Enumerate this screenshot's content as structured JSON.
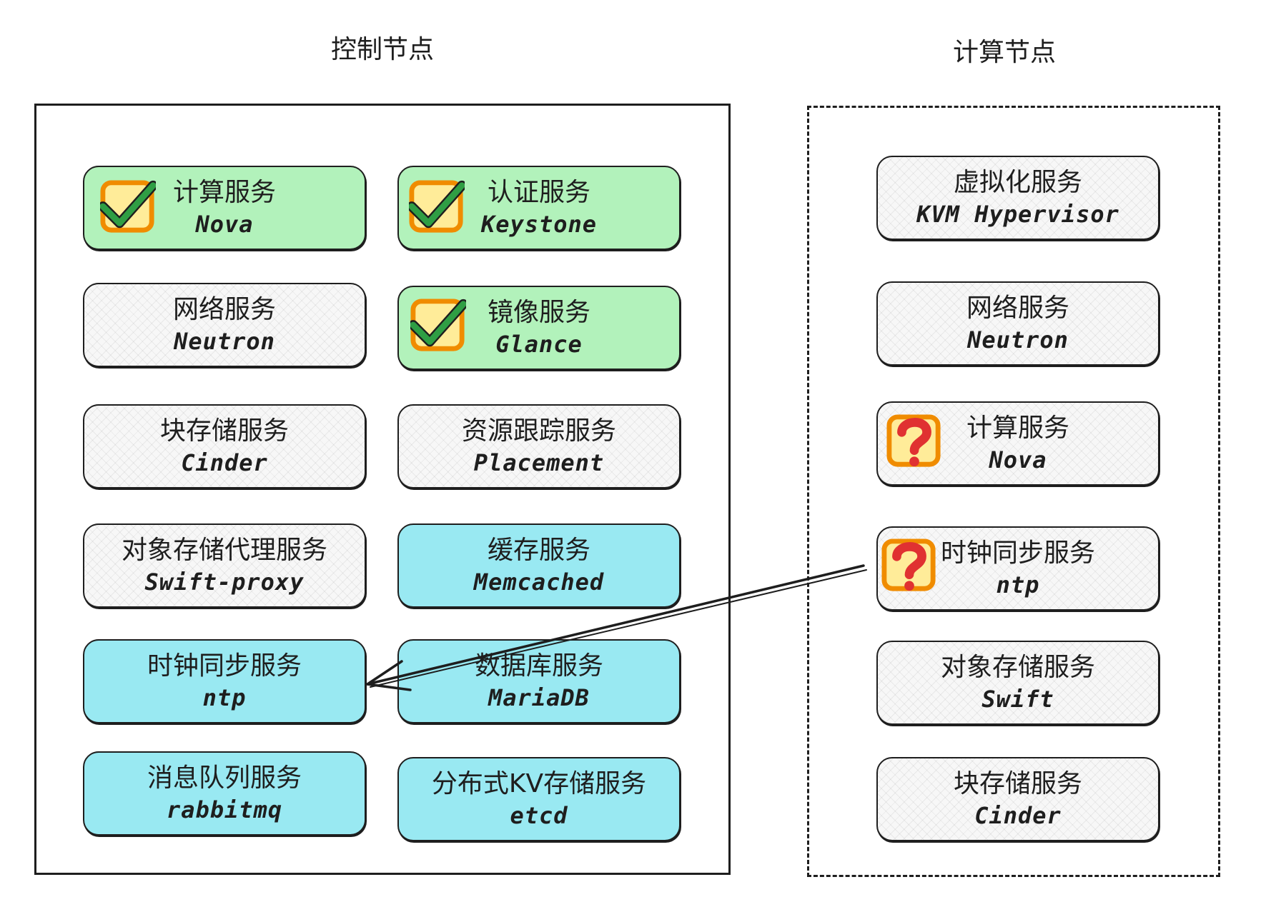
{
  "groups": {
    "control": {
      "title": "控制节点"
    },
    "compute": {
      "title": "计算节点"
    }
  },
  "control_services": [
    {
      "cn": "计算服务",
      "en": "Nova",
      "fill": "green",
      "badge": "check-icon"
    },
    {
      "cn": "认证服务",
      "en": "Keystone",
      "fill": "green",
      "badge": "check-icon"
    },
    {
      "cn": "网络服务",
      "en": "Neutron",
      "fill": "gray"
    },
    {
      "cn": "镜像服务",
      "en": "Glance",
      "fill": "green",
      "badge": "check-icon"
    },
    {
      "cn": "块存储服务",
      "en": "Cinder",
      "fill": "gray"
    },
    {
      "cn": "资源跟踪服务",
      "en": "Placement",
      "fill": "gray"
    },
    {
      "cn": "对象存储代理服务",
      "en": "Swift-proxy",
      "fill": "gray"
    },
    {
      "cn": "缓存服务",
      "en": "Memcached",
      "fill": "cyan"
    },
    {
      "cn": "时钟同步服务",
      "en": "ntp",
      "fill": "cyan"
    },
    {
      "cn": "数据库服务",
      "en": "MariaDB",
      "fill": "cyan"
    },
    {
      "cn": "消息队列服务",
      "en": "rabbitmq",
      "fill": "cyan"
    },
    {
      "cn": "分布式KV存储服务",
      "en": "etcd",
      "fill": "cyan"
    }
  ],
  "compute_services": [
    {
      "cn": "虚拟化服务",
      "en": "KVM Hypervisor",
      "fill": "gray"
    },
    {
      "cn": "网络服务",
      "en": "Neutron",
      "fill": "gray"
    },
    {
      "cn": "计算服务",
      "en": "Nova",
      "fill": "gray",
      "badge": "question-icon"
    },
    {
      "cn": "时钟同步服务",
      "en": "ntp",
      "fill": "gray",
      "badge": "question-icon"
    },
    {
      "cn": "对象存储服务",
      "en": "Swift",
      "fill": "gray"
    },
    {
      "cn": "块存储服务",
      "en": "Cinder",
      "fill": "gray"
    }
  ],
  "colors": {
    "green": "#b2f2bb",
    "cyan": "#99e9f2",
    "gray": "#f7f7f7",
    "stroke": "#1e1e1e",
    "badge_orange": "#f08c00",
    "badge_fill": "#ffec99",
    "check": "#2f9e44",
    "question": "#e03131"
  },
  "connections": [
    {
      "from": "compute-ntp",
      "to": "control-ntp"
    }
  ]
}
